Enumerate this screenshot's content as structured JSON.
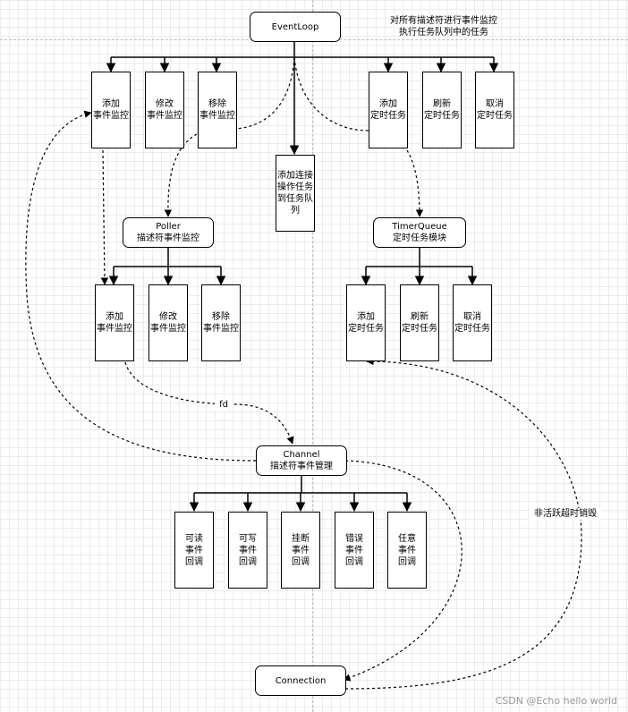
{
  "eventloop": {
    "title": "EventLoop",
    "note": [
      "对所有描述符进行事件监控",
      "执行任务队列中的任务"
    ],
    "ops": [
      [
        "添加",
        "事件监控"
      ],
      [
        "修改",
        "事件监控"
      ],
      [
        "移除",
        "事件监控"
      ],
      [
        "添加",
        "定时任务"
      ],
      [
        "刷新",
        "定时任务"
      ],
      [
        "取消",
        "定时任务"
      ]
    ],
    "queue_task": [
      "添加连接",
      "操作任务",
      "到任务队",
      "列"
    ]
  },
  "poller": {
    "title": [
      "Poller",
      "描述符事件监控"
    ],
    "ops": [
      [
        "添加",
        "事件监控"
      ],
      [
        "修改",
        "事件监控"
      ],
      [
        "移除",
        "事件监控"
      ]
    ]
  },
  "timerqueue": {
    "title": [
      "TimerQueue",
      "定时任务模块"
    ],
    "ops": [
      [
        "添加",
        "定时任务"
      ],
      [
        "刷新",
        "定时任务"
      ],
      [
        "取消",
        "定时任务"
      ]
    ]
  },
  "channel": {
    "title": [
      "Channel",
      "描述符事件管理"
    ],
    "callbacks": [
      [
        "可读",
        "事件",
        "回调"
      ],
      [
        "可写",
        "事件",
        "回调"
      ],
      [
        "挂断",
        "事件",
        "回调"
      ],
      [
        "错误",
        "事件",
        "回调"
      ],
      [
        "任意",
        "事件",
        "回调"
      ]
    ]
  },
  "connection": {
    "title": "Connection"
  },
  "edge_labels": {
    "fd": "fd",
    "inactive_destroy": "非活跃超时销毁"
  },
  "watermark": "CSDN @Echo hello world"
}
